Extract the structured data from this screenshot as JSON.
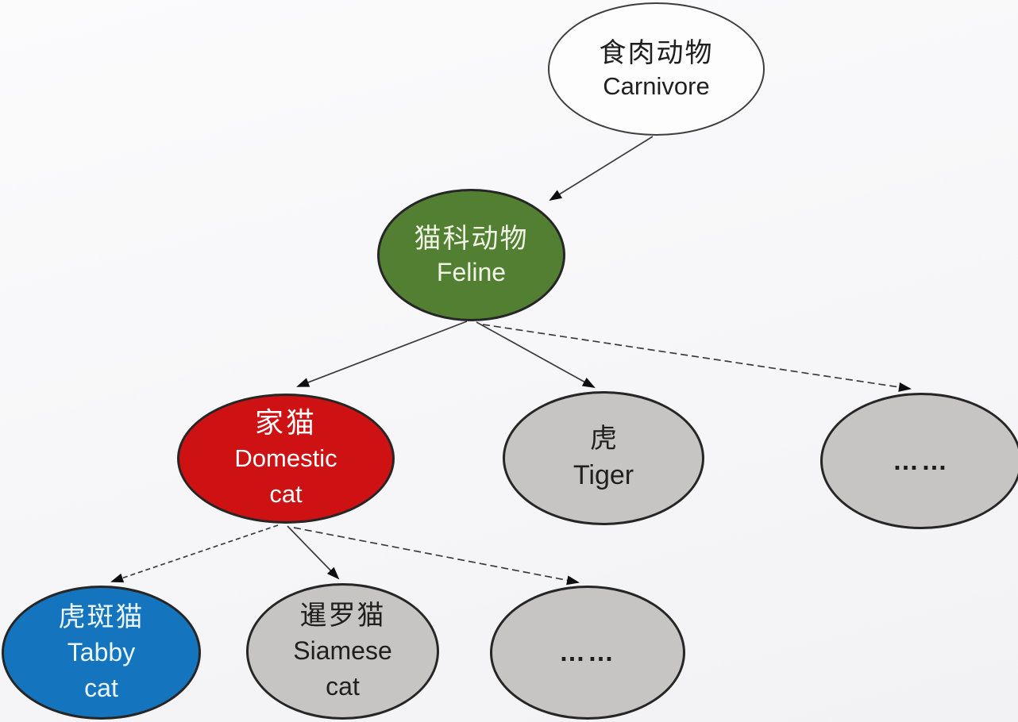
{
  "diagram": {
    "description_colors": {
      "background": "#f6f6f8",
      "outline": "#262626",
      "edge": "#3b3b3b",
      "green": "#527f31",
      "red": "#ce1112",
      "blue": "#1474be",
      "gray": "#c6c5c3",
      "white": "#fefefe"
    },
    "nodes": [
      {
        "id": "carnivore",
        "lines": [
          "食肉动物",
          "Carnivore"
        ],
        "fill": "#fdfdfe",
        "text": "#1f1f1f"
      },
      {
        "id": "feline",
        "lines": [
          "猫科动物",
          "Feline"
        ],
        "fill": "#527f31",
        "text": "#f0f4e7"
      },
      {
        "id": "domestic-cat",
        "lines": [
          "家猫",
          "Domestic",
          "cat"
        ],
        "fill": "#ce1112",
        "text": "#ffffff"
      },
      {
        "id": "tiger",
        "lines": [
          "虎",
          "Tiger"
        ],
        "fill": "#c6c5c3",
        "text": "#1f1f1f"
      },
      {
        "id": "feline-ellipsis",
        "lines": [
          "……"
        ],
        "fill": "#c6c5c3",
        "text": "#1c1c1c"
      },
      {
        "id": "tabby-cat",
        "lines": [
          "虎斑猫",
          "Tabby",
          "cat"
        ],
        "fill": "#1474be",
        "text": "#ecf5fc"
      },
      {
        "id": "siamese-cat",
        "lines": [
          "暹罗猫",
          "Siamese",
          "cat"
        ],
        "fill": "#c6c5c3",
        "text": "#1f1f1f"
      },
      {
        "id": "domestic-ellipsis",
        "lines": [
          "……"
        ],
        "fill": "#c6c5c3",
        "text": "#1c1c1c"
      }
    ],
    "edges": [
      {
        "from": "carnivore",
        "to": "feline",
        "style": "solid"
      },
      {
        "from": "feline",
        "to": "domestic-cat",
        "style": "solid"
      },
      {
        "from": "feline",
        "to": "tiger",
        "style": "solid"
      },
      {
        "from": "feline",
        "to": "feline-ellipsis",
        "style": "dashed"
      },
      {
        "from": "domestic-cat",
        "to": "tabby-cat",
        "style": "dashed"
      },
      {
        "from": "domestic-cat",
        "to": "siamese-cat",
        "style": "solid"
      },
      {
        "from": "domestic-cat",
        "to": "domestic-ellipsis",
        "style": "dashed"
      }
    ]
  }
}
